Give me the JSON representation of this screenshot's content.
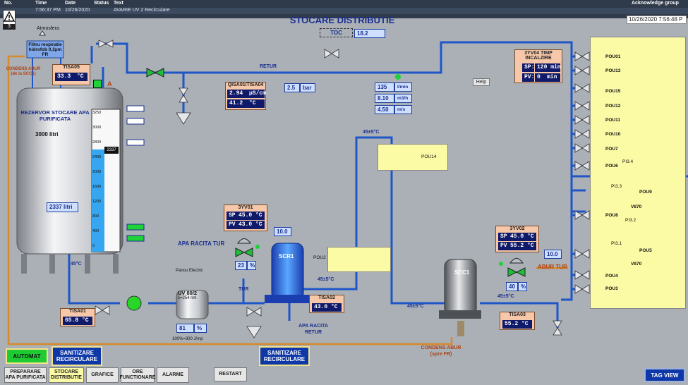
{
  "alarm_banner": {
    "headers": {
      "no": "No.",
      "time": "Time",
      "date": "Date",
      "status": "Status",
      "text": "Text",
      "ack": "Acknowledge group"
    },
    "row": {
      "time": "7:56:37 PM",
      "date": "10/26/2020",
      "text": "AVARIE UV 2 Recirculare"
    },
    "count": "3"
  },
  "datetime": "10/26/2020 7:56:48 P",
  "title": "STOCARE DISTRIBUTIE",
  "toc": {
    "label": "TOC",
    "value": "18.2"
  },
  "atmosfera": "Atmosfera",
  "filter_label": "Filtru respiratie hidrofob 0,2µm FR",
  "condens_in": "CONDENS ABUR (de la SCC1)",
  "tisa05": {
    "label": "TISA05",
    "value": "33.3",
    "unit": "°C"
  },
  "tank": {
    "name": "REZERVOR STOCARE APA PURIFICATA",
    "volume": "3000 litri",
    "level_text": "2337 litri",
    "level_value": "2337",
    "level_fraction": 0.72,
    "scale": [
      "3250",
      "3000",
      "2800",
      "2400",
      "2000",
      "1600",
      "1200",
      "800",
      "400",
      "0"
    ]
  },
  "tank_marker": "A",
  "retur_label": "RETUR",
  "qisa01": {
    "label": "QISA01/TISA04",
    "cond": "2.94",
    "cond_unit": "µS/cm",
    "temp": "41.2",
    "temp_unit": "°C"
  },
  "pressure": {
    "value": "2.5",
    "unit": "bar"
  },
  "flow": {
    "lmin": "135",
    "lmin_unit": "l/min",
    "m3h": "8.10",
    "m3h_unit": "m3/h",
    "ms": "4.50",
    "ms_unit": "m/s"
  },
  "help": "Help",
  "yv04": {
    "label": "3YV04 TIMP INCALZIRE",
    "sp_label": "SP:",
    "sp": "120 min",
    "pv_label": "PV:",
    "pv": "0",
    "pv_unit": "min"
  },
  "pou_right": [
    "POU01",
    "POU13",
    "POU15",
    "POU12",
    "POU11",
    "POU10",
    "POU7",
    "POU6",
    "POU9",
    "POU8",
    "POU5",
    "POU4",
    "POU3"
  ],
  "pou14": "POU14",
  "pou2": "POU2",
  "pi": {
    "pi4": "PI3.4",
    "pi3": "PI3.3",
    "pi2": "PI3.2",
    "pi1": "PI3.1",
    "v870a": "V870",
    "v870b": "V870"
  },
  "temp_45a": "45±5°C",
  "temp_45b": "45±5°C",
  "temp_45c": "45±5°C",
  "temp_45d": "45±5°C",
  "temp_45e": "45°C",
  "yv01": {
    "label": "3YV01",
    "sp_label": "SP:",
    "sp": "45.0",
    "pv_label": "PV:",
    "pv": "43.0",
    "unit": "°C",
    "pct": "23",
    "pct_unit": "%",
    "out": "10.0"
  },
  "yv02": {
    "label": "3YV02",
    "sp_label": "SP:",
    "sp": "45.0",
    "pv_label": "PV:",
    "pv": "55.2",
    "unit": "°C",
    "pct": "40",
    "pct_unit": "%",
    "out": "10.0"
  },
  "apa_racita_tur": "APA RACITA TUR",
  "apa_racita_retur": "APA RACITA RETUR",
  "abur_tur": "ABUR TUR",
  "tur": "TUR",
  "scr1": "SCR1",
  "scc1": "SCC1",
  "tisa02": {
    "label": "TISA02",
    "value": "43.0",
    "unit": "°C"
  },
  "tisa03": {
    "label": "TISA03",
    "value": "55.2",
    "unit": "°C"
  },
  "tisa01": {
    "label": "TISA01",
    "value": "65.8",
    "unit": "°C"
  },
  "uv": {
    "panel": "Panou Electric",
    "name": "UV 80/2",
    "lambda": "λ=254 nm",
    "pct": "81",
    "pct_unit": "%",
    "note": "100%=300 J/mp"
  },
  "condens_out": "CONDENS ABUR (spre FR)",
  "buttons": {
    "automat": "AUTOMAT",
    "sanitizare1": "SANITIZARE RECIRCULARE",
    "sanitizare2": "SANITIZARE RECIRCULARE",
    "restart": "RESTART",
    "tagview": "TAG VIEW"
  },
  "nav": [
    "PREPARARE APA PURIFICATA",
    "STOCARE DISTRIBUTIE",
    "GRAFICE",
    "ORE FUNCTIONARE",
    "ALARME"
  ]
}
